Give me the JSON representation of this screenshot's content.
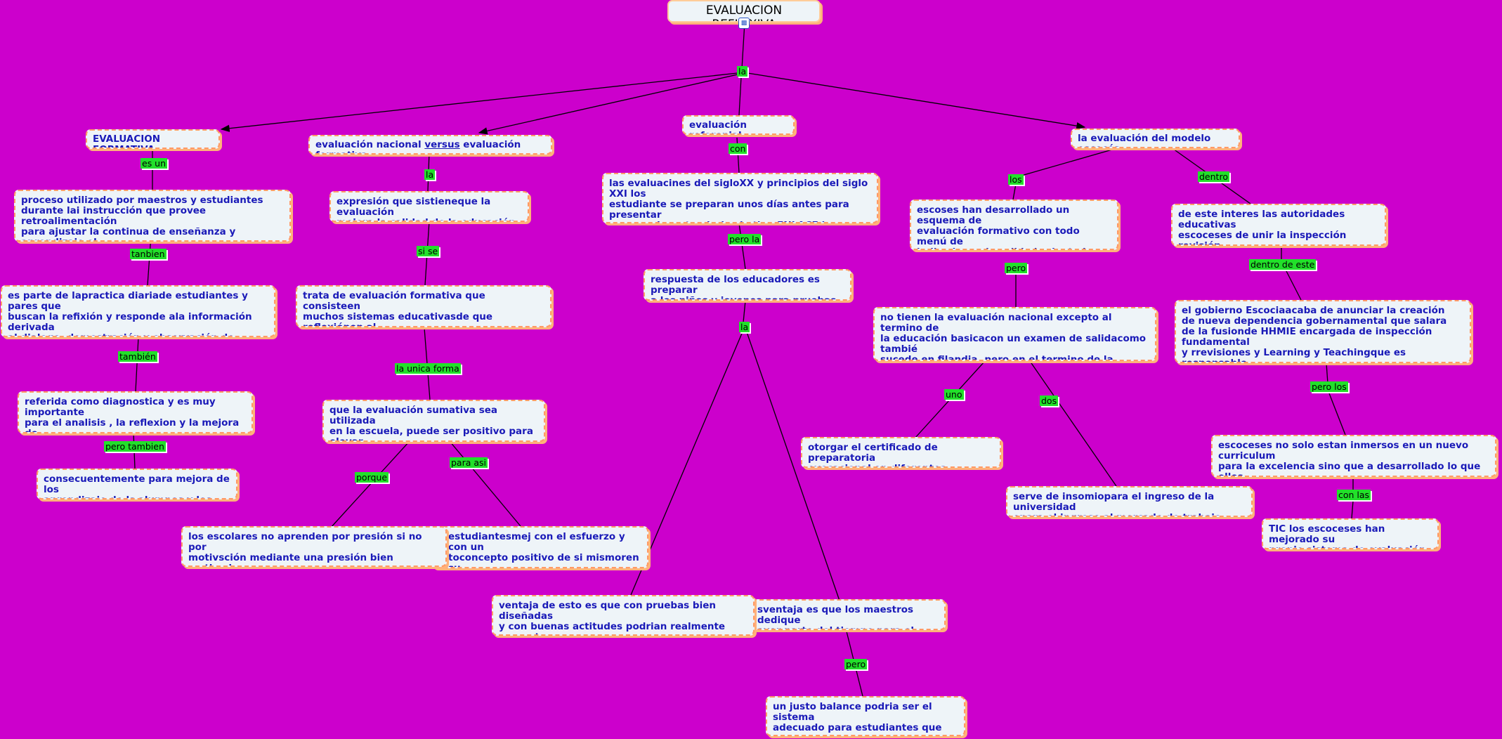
{
  "title": "EVALUACION REFLEXIVA",
  "nodes": {
    "n1": "EVALUACION FORMATIVA",
    "n2a": "evaluación nacional ",
    "n2b": "versus",
    "n2c": " evaluación formativa",
    "n3": "evaluación referenial",
    "n4": "la evaluación del modelo escocés",
    "n5": "proceso utilizado por maestros y estudiantes\n durante lai instrucción que provee retroalimentación\n para ajustar la continua de enseñanza y aprendizaje el\ncon objeto de mejorar el logro de los estudiantes",
    "n6": "es parte de lapractica diariade estudiantes y pares que\nbuscan la refixión y responde ala información derivada\n al dialogo, demostración y observación de manera\nenriquecidael aprendizaje continua",
    "n7": "referida como diagnostica y es muy importante\n para el analisis , la reflexion y la mejora de\n politicas, practicas y proceso educativo.",
    "n8": "consecuentemente para mejora de los\naprendizaje de ls alumnos y los mestros",
    "n9": "expresión que sistieneque la evaluación\n mejora la calidad de la educación",
    "n10": "trata de evaluación formativa  que consisteen\nmuchos sistemas educativasde que reflexiónen al\n menos en el salón de clase y mejore los resultados",
    "n11": "que la evaluación sumativa sea utilizada\nen la escuela, puede ser positivo para elevar\n los aprendizajes",
    "n12": "los escolares no aprenden por presión si no por\nmotivsción  mediante una presión bien motivada que\nse traduce en esfuerzo",
    "n13": "estudiantesmej con el esfuerzo y con un\ntoconcepto positivo de si mismoren su\nrendizaje",
    "n14": "las evaluacines del sigloXX y principios del siglo XXI los\n estudiante se preparan unos días antes para presentar\n una prueba estandarizada tipo ENLACE los alumnos\n reciben una aplicación similar",
    "n15": "respuesta de los educadores es preparar\na los niños y jovenes para pruebas",
    "n16": "ventaja de esto es que con pruebas bien diseñadas\ny con buenas actitudes podrian realmente aumnetar\nsus aprendizajes",
    "n17": "sventaja es que los maestros dedique\nayor parte del tiempo para el examen",
    "n18": "un justo balance podria ser el sistema\nadecuado para estudiantes que van por\n más",
    "n19": "escoses han desarrollado un esquema de\nevaluación formativo con todo menú de\nindicadores de calidad orientadoa la\n mejora escolar",
    "n20": "no tienen la evaluación nacional excepto al termino de\nla educación basicacon un examen de salidacomo tambié\n sucede en filandia, pero en el termino de la educación\n superiorlos examenes sirven para dos propositos",
    "n21": "otorgar el certificado de preparatoria\novocacional en diferentes calificaciones",
    "n22": "serve de insomiopara el ingreso de la universidad\n opara el ingreso al mercado de trabajo",
    "n23": "de este interes las autoridades educativas\nescoceses  de unir la inspección revisión\ncon el aprendizaje enseñanza",
    "n24": "el gobierno Escociaacaba de anunciar la creación\nde nueva dependencia gobernamental que salara\nde la fusionde HHMIE encargada de inspección fundamental\n y rrevisiones y Learning y Teachingque es responsable\nde planes y programas",
    "n25": "escoceses no solo estan inmersos en un nuevo curriculum\n para la excelencia sino que a desarrollado lo que ellos\npresentan como la primera intrenet nacional en el mundo",
    "n26": "TIC los escoceses han mejorado su\n propio sistema de evaluación"
  },
  "labels": {
    "l_la_root": "la",
    "l_es_un": "es un",
    "l_tanbien": "tanbien",
    "l_tambien": "también",
    "l_pero_tambien": "pero tambien",
    "l_la_nac": "la",
    "l_si_se": "si se",
    "l_la_unica": "la unica forma",
    "l_porque": "porque",
    "l_para_asi": "para asi",
    "l_con": "con",
    "l_pero_la": "pero la",
    "l_la_ref": "la",
    "l_pero_ref": "pero",
    "l_los": "los",
    "l_dentro": "dentro",
    "l_pero_esc": "pero",
    "l_uno": "uno",
    "l_dos": "dos",
    "l_dentro_de_este": "dentro de este",
    "l_pero_los": "pero los",
    "l_con_las": "con las"
  },
  "colors": {
    "background": "#cc00cc",
    "node_text": "#1a1ab8",
    "node_fill": "#eef4f8",
    "node_border": "#ff9a66",
    "label_fill": "#22e02a"
  },
  "icons": {
    "root": "concept-map-icon"
  }
}
